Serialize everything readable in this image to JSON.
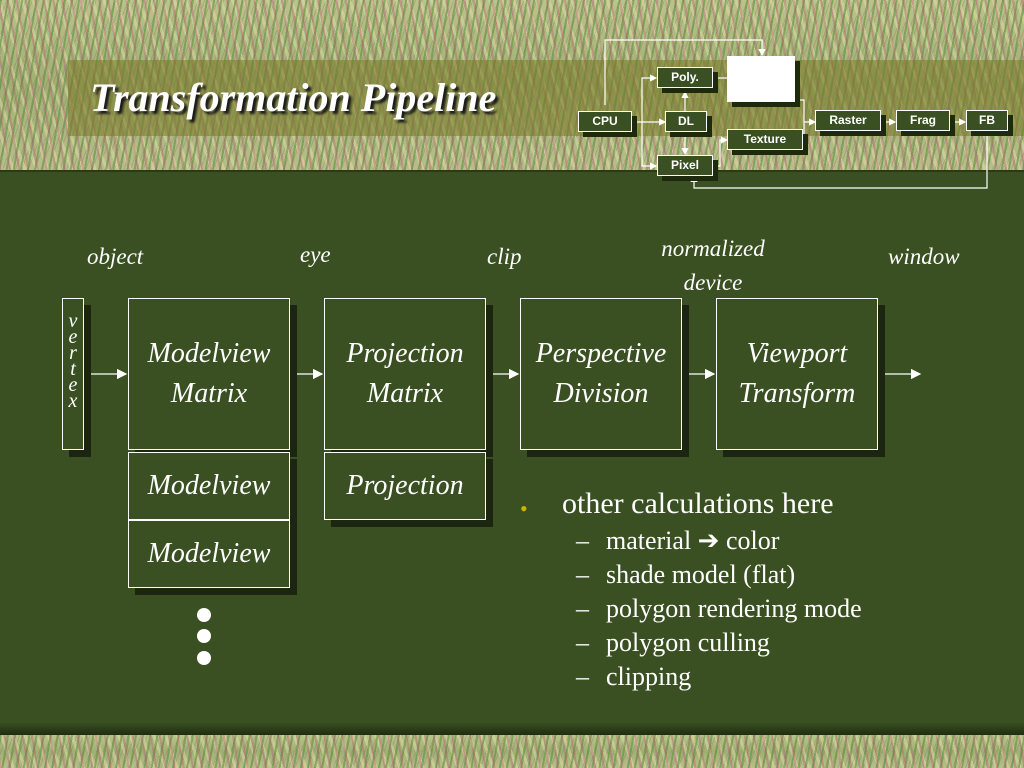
{
  "title": "Transformation Pipeline",
  "mini_diagram": {
    "cpu": "CPU",
    "dl": "DL",
    "poly": "Poly.",
    "pixel": "Pixel",
    "texture": "Texture",
    "raster": "Raster",
    "frag": "Frag",
    "fb": "FB"
  },
  "spaces": {
    "object": "object",
    "eye": "eye",
    "clip": "clip",
    "ndc_line1": "normalized",
    "ndc_line2": "device",
    "window": "window"
  },
  "vertex_letters": [
    "v",
    "e",
    "r",
    "t",
    "e",
    "x"
  ],
  "stages": [
    {
      "line1": "Modelview",
      "line2": "Matrix"
    },
    {
      "line1": "Projection",
      "line2": "Matrix"
    },
    {
      "line1": "Perspective",
      "line2": "Division"
    },
    {
      "line1": "Viewport",
      "line2": "Transform"
    }
  ],
  "stacks": {
    "modelview": [
      "Modelview",
      "Modelview"
    ],
    "projection": [
      "Projection"
    ]
  },
  "bullets": {
    "main": "other calculations here",
    "sub": [
      "material ➔ color",
      "shade model (flat)",
      "polygon rendering mode",
      "polygon culling",
      "clipping"
    ]
  },
  "colors": {
    "background": "#3a5022",
    "text": "#ffffff",
    "bullet": "#c8b400"
  }
}
